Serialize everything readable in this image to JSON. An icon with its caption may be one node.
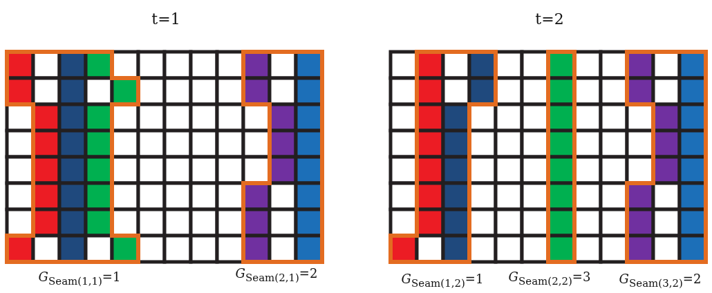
{
  "diagram": {
    "labels": [
      "t=1",
      "t=2",
      "*G*$_{Seam(1,1)}$=1",
      "*G*$_{Seam(2,1)}$=2",
      "*G*$_{Seam(1,2)}$=1",
      "*G*$_{Seam(2,2)}$=3",
      "*G*$_{Seam(3,2)}$=2"
    ]
  }
}
